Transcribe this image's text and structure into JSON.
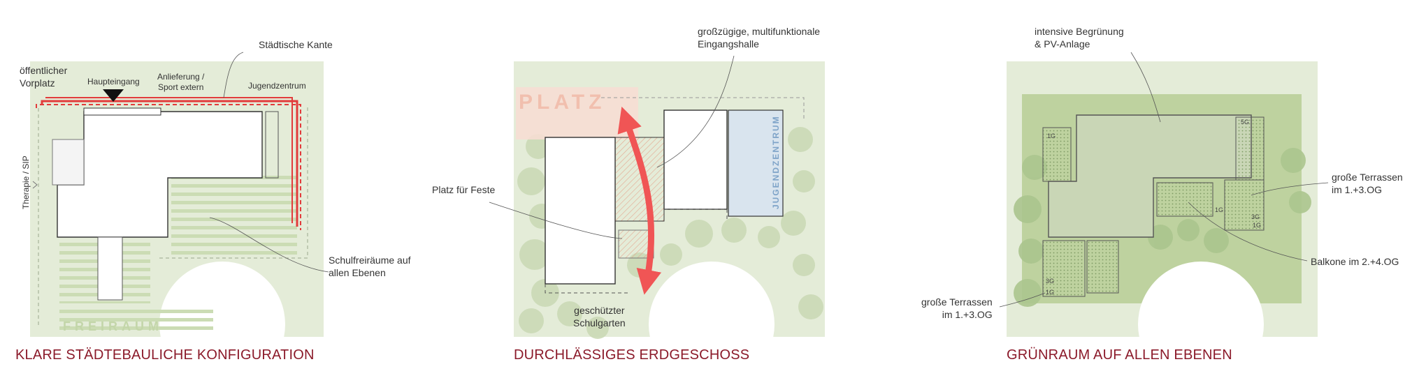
{
  "colors": {
    "caption": "#8b1a2a",
    "green_light": "#dfe8cf",
    "green_mid": "#c7d8b0",
    "green_dark": "#a9c38e",
    "red_arrow": "#f05555",
    "platz_fill": "#f8d9ce",
    "jugend_fill": "#d9e4ee",
    "jugend_text": "#7ea3c8"
  },
  "panel1": {
    "caption": "KLARE STÄDTEBAULICHE KONFIGURATION",
    "stencil": "FREIRAUM",
    "labels": {
      "staedtische_kante": "Städtische Kante",
      "oeffentlicher_vorplatz": "öffentlicher\nVorplatz",
      "haupteingang": "Haupteingang",
      "anlieferung": "Anlieferung /\nSport extern",
      "jugendzentrum": "Jugendzentrum",
      "therapie": "Therapie / SIP",
      "schulfreiraeume": "Schulfreiräume auf\nallen Ebenen"
    }
  },
  "panel2": {
    "caption": "DURCHLÄSSIGES ERDGESCHOSS",
    "stencil": "PLATZ",
    "jugend_stencil": "JUGENDZENTRUM",
    "labels": {
      "eingangshalle": "großzügige, multifunktionale\nEingangshalle",
      "platz_feste": "Platz für Feste",
      "schulgarten": "geschützter\nSchulgarten"
    }
  },
  "panel3": {
    "caption": "GRÜNRAUM AUF ALLEN EBENEN",
    "labels": {
      "begruenung": "intensive Begrünung\n& PV-Anlage",
      "terrassen_right": "große Terrassen\nim 1.+3.OG",
      "balkone": "Balkone im 2.+4.OG",
      "terrassen_left": "große Terrassen\nim 1.+3.OG"
    },
    "tags": {
      "t1": "1G",
      "t2": "5G",
      "t3": "1G",
      "t4": "3G",
      "t5": "1G",
      "t6": "3G",
      "t7": "1G"
    }
  }
}
